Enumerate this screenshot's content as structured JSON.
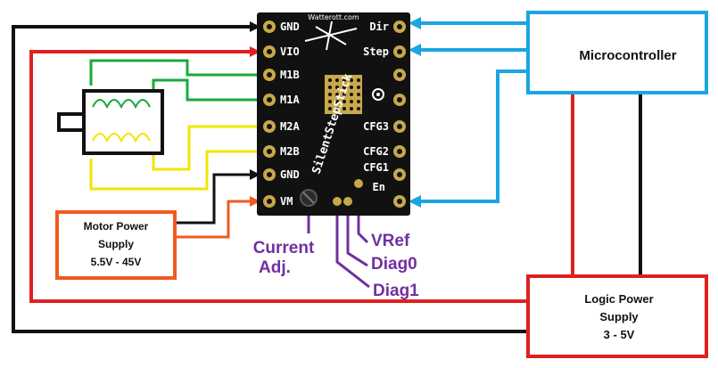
{
  "board": {
    "brand": "SilentStepStick",
    "site": "Watterott.com",
    "left_pins": [
      "GND",
      "VIO",
      "M1B",
      "M1A",
      "M2A",
      "M2B",
      "GND",
      "VM"
    ],
    "right_pins": [
      "Dir",
      "Step",
      "",
      "",
      "CFG3",
      "CFG2",
      "CFG1",
      "En"
    ]
  },
  "microcontroller": {
    "label": "Microcontroller"
  },
  "motor_supply": {
    "line1": "Motor Power",
    "line2": "Supply",
    "line3": "5.5V - 45V"
  },
  "logic_supply": {
    "line1": "Logic Power",
    "line2": "Supply",
    "line3": "3 - 5V"
  },
  "signals": {
    "current_adj_1": "Current",
    "current_adj_2": "Adj.",
    "vref": "VRef",
    "diag0": "Diag0",
    "diag1": "Diag1"
  },
  "colors": {
    "black_wire": "#111111",
    "red_wire": "#e02020",
    "green_wire": "#1aaa3a",
    "yellow_wire": "#f2e600",
    "blue_wire": "#1aa6e0",
    "orange_wire": "#f05a20",
    "purple_wire": "#7030a0",
    "pcb": "#111111",
    "box_blue": "#1aa6e0",
    "box_red": "#e02020",
    "box_orange": "#f05a20",
    "label_purple": "#7030a0"
  }
}
